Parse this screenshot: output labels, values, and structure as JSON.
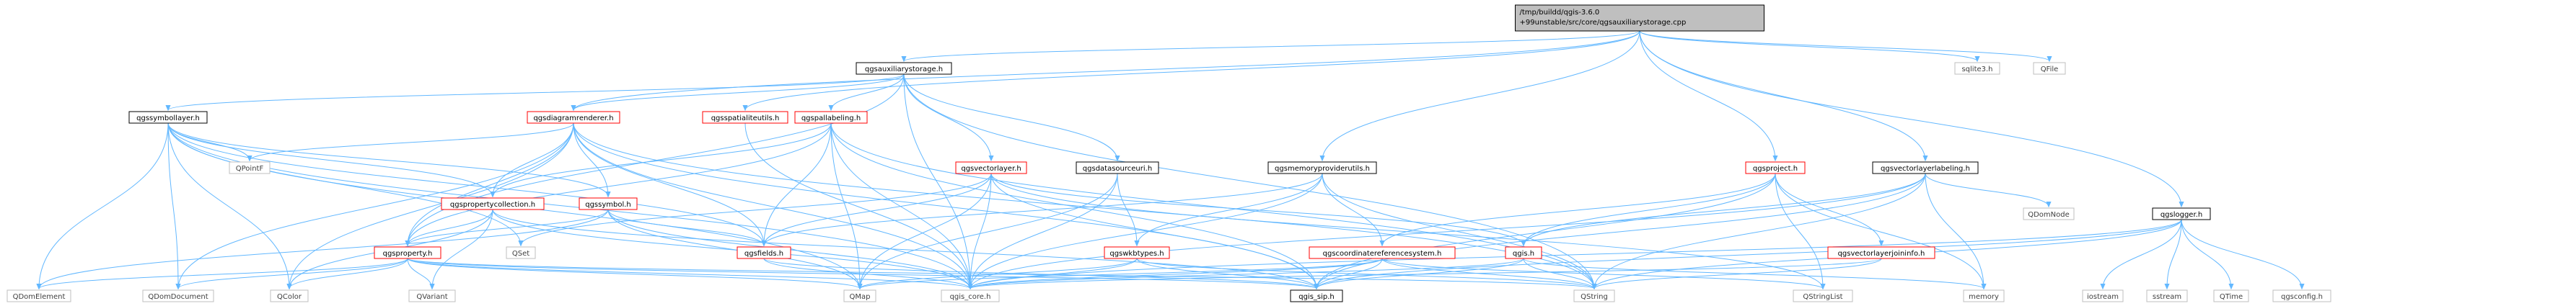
{
  "source_file": {
    "lines": [
      "/tmp/buildd/qgis-3.6.0",
      "+99unstable/src/core/qgsauxiliarystorage.cpp"
    ]
  },
  "colors": {
    "edge": "#63b8ff",
    "red_border": "#ff0000",
    "black_border": "#000000",
    "gray_border": "#bfbfbf",
    "gray_text": "#3f3f3f",
    "root_fill": "#bfbfbf"
  },
  "nodes": [
    {
      "id": "root",
      "label": "/tmp/buildd/qgis-3.6.0\n+99unstable/src/core/qgsauxiliarystorage.cpp",
      "style": "root"
    },
    {
      "id": "qgsauxiliarystorage",
      "label": "qgsauxiliarystorage.h",
      "style": "black"
    },
    {
      "id": "sqlite3",
      "label": "sqlite3.h",
      "style": "gray"
    },
    {
      "id": "qfile",
      "label": "QFile",
      "style": "gray"
    },
    {
      "id": "qgssymbollayer",
      "label": "qgssymbollayer.h",
      "style": "black"
    },
    {
      "id": "qgsdiagramrenderer",
      "label": "qgsdiagramrenderer.h",
      "style": "red"
    },
    {
      "id": "qgsspatialiteutils",
      "label": "qgsspatialiteutils.h",
      "style": "red"
    },
    {
      "id": "qgspallabeling",
      "label": "qgspallabeling.h",
      "style": "red"
    },
    {
      "id": "qgsvectorlayer",
      "label": "qgsvectorlayer.h",
      "style": "red"
    },
    {
      "id": "qgsdatasourceuri",
      "label": "qgsdatasourceuri.h",
      "style": "black"
    },
    {
      "id": "qgsmemoryproviderutils",
      "label": "qgsmemoryproviderutils.h",
      "style": "black"
    },
    {
      "id": "qgsproject",
      "label": "qgsproject.h",
      "style": "red"
    },
    {
      "id": "qgsvectorlayerlabeling",
      "label": "qgsvectorlayerlabeling.h",
      "style": "black"
    },
    {
      "id": "qgslogger",
      "label": "qgslogger.h",
      "style": "black"
    },
    {
      "id": "qpointf",
      "label": "QPointF",
      "style": "gray"
    },
    {
      "id": "qgspropertycollection",
      "label": "qgspropertycollection.h",
      "style": "red"
    },
    {
      "id": "qgssymbol",
      "label": "qgssymbol.h",
      "style": "red"
    },
    {
      "id": "qgsproperty",
      "label": "qgsproperty.h",
      "style": "red"
    },
    {
      "id": "qset",
      "label": "QSet",
      "style": "gray"
    },
    {
      "id": "qgsfields",
      "label": "qgsfields.h",
      "style": "red"
    },
    {
      "id": "qgswkbtypes",
      "label": "qgswkbtypes.h",
      "style": "red"
    },
    {
      "id": "qgscoordinatereferencesystem",
      "label": "qgscoordinatereferencesystem.h",
      "style": "red"
    },
    {
      "id": "qgis",
      "label": "qgis.h",
      "style": "red"
    },
    {
      "id": "qgsvectorlayerjoininfo",
      "label": "qgsvectorlayerjoininfo.h",
      "style": "red"
    },
    {
      "id": "qdomnode",
      "label": "QDomNode",
      "style": "gray"
    },
    {
      "id": "qdomelement",
      "label": "QDomElement",
      "style": "gray"
    },
    {
      "id": "qdomdocument",
      "label": "QDomDocument",
      "style": "gray"
    },
    {
      "id": "qcolor",
      "label": "QColor",
      "style": "gray"
    },
    {
      "id": "qvariant",
      "label": "QVariant",
      "style": "gray"
    },
    {
      "id": "qmap",
      "label": "QMap",
      "style": "gray"
    },
    {
      "id": "qgis_core",
      "label": "qgis_core.h",
      "style": "gray"
    },
    {
      "id": "qgis_sip",
      "label": "qgis_sip.h",
      "style": "black"
    },
    {
      "id": "qstring",
      "label": "QString",
      "style": "gray"
    },
    {
      "id": "qstringlist",
      "label": "QStringList",
      "style": "gray"
    },
    {
      "id": "memory",
      "label": "memory",
      "style": "gray"
    },
    {
      "id": "iostream",
      "label": "iostream",
      "style": "gray"
    },
    {
      "id": "sstream",
      "label": "sstream",
      "style": "gray"
    },
    {
      "id": "qtime",
      "label": "QTime",
      "style": "gray"
    },
    {
      "id": "qgsconfig",
      "label": "qgsconfig.h",
      "style": "gray"
    }
  ],
  "edges": [
    [
      "root",
      "qgsauxiliarystorage"
    ],
    [
      "root",
      "sqlite3"
    ],
    [
      "root",
      "qfile"
    ],
    [
      "root",
      "qgsdiagramrenderer"
    ],
    [
      "root",
      "qgsspatialiteutils"
    ],
    [
      "root",
      "qgsmemoryproviderutils"
    ],
    [
      "root",
      "qgsproject"
    ],
    [
      "root",
      "qgsvectorlayerlabeling"
    ],
    [
      "root",
      "qgslogger"
    ],
    [
      "qgsauxiliarystorage",
      "qgssymbollayer"
    ],
    [
      "qgsauxiliarystorage",
      "qgsdiagramrenderer"
    ],
    [
      "qgsauxiliarystorage",
      "qgspallabeling"
    ],
    [
      "qgsauxiliarystorage",
      "qgsvectorlayer"
    ],
    [
      "qgsauxiliarystorage",
      "qgsdatasourceuri"
    ],
    [
      "qgsauxiliarystorage",
      "qgsproperty"
    ],
    [
      "qgsauxiliarystorage",
      "qgis_core"
    ],
    [
      "qgsauxiliarystorage",
      "qstring"
    ],
    [
      "qgssymbollayer",
      "qpointf"
    ],
    [
      "qgssymbollayer",
      "qgssymbol"
    ],
    [
      "qgssymbollayer",
      "qgsfields"
    ],
    [
      "qgssymbollayer",
      "qgspropertycollection"
    ],
    [
      "qgssymbollayer",
      "qdomelement"
    ],
    [
      "qgssymbollayer",
      "qdomdocument"
    ],
    [
      "qgssymbollayer",
      "qcolor"
    ],
    [
      "qgssymbollayer",
      "qmap"
    ],
    [
      "qgssymbollayer",
      "qset"
    ],
    [
      "qgssymbollayer",
      "qgis_core"
    ],
    [
      "qgsdiagramrenderer",
      "qpointf"
    ],
    [
      "qgsdiagramrenderer",
      "qgspropertycollection"
    ],
    [
      "qgsdiagramrenderer",
      "qgssymbol"
    ],
    [
      "qgsdiagramrenderer",
      "qgsproperty"
    ],
    [
      "qgsdiagramrenderer",
      "qgsfields"
    ],
    [
      "qgsdiagramrenderer",
      "qcolor"
    ],
    [
      "qgsdiagramrenderer",
      "qdomdocument"
    ],
    [
      "qgsdiagramrenderer",
      "qgis_core"
    ],
    [
      "qgsdiagramrenderer",
      "qgis_sip"
    ],
    [
      "qgsdiagramrenderer",
      "qstring"
    ],
    [
      "qgsspatialiteutils",
      "qgis_core"
    ],
    [
      "qgspallabeling",
      "qgspropertycollection"
    ],
    [
      "qgspallabeling",
      "qgsfields"
    ],
    [
      "qgspallabeling",
      "qgis_core"
    ],
    [
      "qgspallabeling",
      "qgis_sip"
    ],
    [
      "qgspallabeling",
      "qstring"
    ],
    [
      "qgspallabeling",
      "qmap"
    ],
    [
      "qgspallabeling",
      "qgsproperty"
    ],
    [
      "qgsvectorlayer",
      "qgsfields"
    ],
    [
      "qgsvectorlayer",
      "qgis_core"
    ],
    [
      "qgsvectorlayer",
      "qgis_sip"
    ],
    [
      "qgsvectorlayer",
      "qset"
    ],
    [
      "qgsvectorlayer",
      "qmap"
    ],
    [
      "qgsvectorlayer",
      "qstringlist"
    ],
    [
      "qgsvectorlayer",
      "qgis"
    ],
    [
      "qgsdatasourceuri",
      "qgswkbtypes"
    ],
    [
      "qgsdatasourceuri",
      "qgis_core"
    ],
    [
      "qgsdatasourceuri",
      "qmap"
    ],
    [
      "qgsmemoryproviderutils",
      "qgswkbtypes"
    ],
    [
      "qgsmemoryproviderutils",
      "qgscoordinatereferencesystem"
    ],
    [
      "qgsmemoryproviderutils",
      "qgis_core"
    ],
    [
      "qgsmemoryproviderutils",
      "qstring"
    ],
    [
      "qgsmemoryproviderutils",
      "qgsfields"
    ],
    [
      "qgsproject",
      "qgscoordinatereferencesystem"
    ],
    [
      "qgsproject",
      "qgis"
    ],
    [
      "qgsproject",
      "qgis_sip"
    ],
    [
      "qgsproject",
      "qstringlist"
    ],
    [
      "qgsproject",
      "memory"
    ],
    [
      "qgsproject",
      "qgsvectorlayerjoininfo"
    ],
    [
      "qgsvectorlayerlabeling",
      "qdomnode"
    ],
    [
      "qgsvectorlayerlabeling",
      "qgis"
    ],
    [
      "qgsvectorlayerlabeling",
      "qgis_sip"
    ],
    [
      "qgsvectorlayerlabeling",
      "qstring"
    ],
    [
      "qgsvectorlayerlabeling",
      "memory"
    ],
    [
      "qgsvectorlayerlabeling",
      "qgis_core"
    ],
    [
      "qgslogger",
      "iostream"
    ],
    [
      "qgslogger",
      "sstream"
    ],
    [
      "qgslogger",
      "qtime"
    ],
    [
      "qgslogger",
      "qgsconfig"
    ],
    [
      "qgslogger",
      "qstring"
    ],
    [
      "qgslogger",
      "qgis_core"
    ],
    [
      "qgslogger",
      "qgis_sip"
    ],
    [
      "qgspropertycollection",
      "qgsproperty"
    ],
    [
      "qgspropertycollection",
      "qgis_core"
    ],
    [
      "qgspropertycollection",
      "qgis_sip"
    ],
    [
      "qgspropertycollection",
      "qvariant"
    ],
    [
      "qgspropertycollection",
      "qcolor"
    ],
    [
      "qgssymbol",
      "qgsproperty"
    ],
    [
      "qgssymbol",
      "qgis_core"
    ],
    [
      "qgssymbol",
      "qmap"
    ],
    [
      "qgssymbol",
      "qgsfields"
    ],
    [
      "qgssymbol",
      "qdomelement"
    ],
    [
      "qgsproperty",
      "qdomelement"
    ],
    [
      "qgsproperty",
      "qdomdocument"
    ],
    [
      "qgsproperty",
      "qcolor"
    ],
    [
      "qgsproperty",
      "qvariant"
    ],
    [
      "qgsproperty",
      "qmap"
    ],
    [
      "qgsproperty",
      "qgis_core"
    ],
    [
      "qgsproperty",
      "qgis_sip"
    ],
    [
      "qgsproperty",
      "qstring"
    ],
    [
      "qgsfields",
      "qgis_core"
    ],
    [
      "qgsfields",
      "qgis_sip"
    ],
    [
      "qgswkbtypes",
      "qgis_core"
    ],
    [
      "qgswkbtypes",
      "qgis_sip"
    ],
    [
      "qgswkbtypes",
      "qstring"
    ],
    [
      "qgswkbtypes",
      "qmap"
    ],
    [
      "qgscoordinatereferencesystem",
      "qgis_core"
    ],
    [
      "qgscoordinatereferencesystem",
      "qgis_sip"
    ],
    [
      "qgscoordinatereferencesystem",
      "qstring"
    ],
    [
      "qgscoordinatereferencesystem",
      "qmap"
    ],
    [
      "qgscoordinatereferencesystem",
      "qstringlist"
    ],
    [
      "qgis",
      "qgis_core"
    ],
    [
      "qgis",
      "qgis_sip"
    ],
    [
      "qgis",
      "qstring"
    ],
    [
      "qgis",
      "memory"
    ],
    [
      "qgsvectorlayerjoininfo",
      "qgis_core"
    ],
    [
      "qgsvectorlayerjoininfo",
      "qstring"
    ]
  ]
}
